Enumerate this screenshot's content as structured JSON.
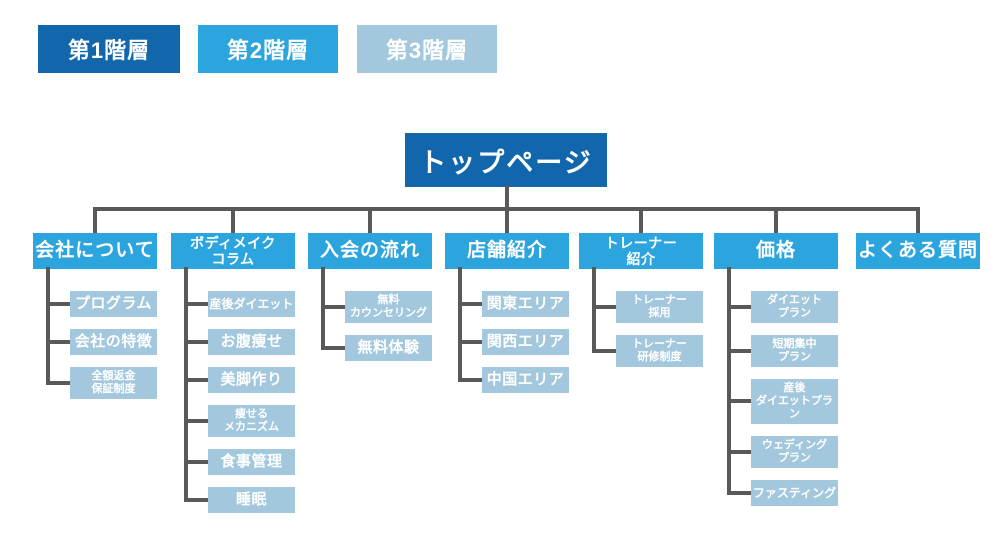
{
  "legend": {
    "items": [
      {
        "label": "第1階層"
      },
      {
        "label": "第2階層"
      },
      {
        "label": "第3階層"
      }
    ]
  },
  "tree": {
    "root": {
      "label": "トップページ"
    },
    "columns": [
      {
        "lines": [
          "会社について"
        ],
        "children": [
          {
            "lines": [
              "プログラム"
            ]
          },
          {
            "lines": [
              "会社の特徴"
            ]
          },
          {
            "lines": [
              "全額返金",
              "保証制度"
            ]
          }
        ]
      },
      {
        "lines": [
          "ボディメイク",
          "コラム"
        ],
        "children": [
          {
            "lines": [
              "産後ダイエット"
            ]
          },
          {
            "lines": [
              "お腹痩せ"
            ]
          },
          {
            "lines": [
              "美脚作り"
            ]
          },
          {
            "lines": [
              "痩せる",
              "メカニズム"
            ]
          },
          {
            "lines": [
              "食事管理"
            ]
          },
          {
            "lines": [
              "睡眠"
            ]
          }
        ]
      },
      {
        "lines": [
          "入会の流れ"
        ],
        "children": [
          {
            "lines": [
              "無料",
              "カウンセリング"
            ]
          },
          {
            "lines": [
              "無料体験"
            ]
          }
        ]
      },
      {
        "lines": [
          "店舗紹介"
        ],
        "children": [
          {
            "lines": [
              "関東エリア"
            ]
          },
          {
            "lines": [
              "関西エリア"
            ]
          },
          {
            "lines": [
              "中国エリア"
            ]
          }
        ]
      },
      {
        "lines": [
          "トレーナー",
          "紹介"
        ],
        "children": [
          {
            "lines": [
              "トレーナー",
              "採用"
            ]
          },
          {
            "lines": [
              "トレーナー",
              "研修制度"
            ]
          }
        ]
      },
      {
        "lines": [
          "価格"
        ],
        "children": [
          {
            "lines": [
              "ダイエット",
              "プラン"
            ]
          },
          {
            "lines": [
              "短期集中",
              "プラン"
            ]
          },
          {
            "lines": [
              "産後",
              "ダイエットプラン"
            ]
          },
          {
            "lines": [
              "ウェディング",
              "プラン"
            ]
          },
          {
            "lines": [
              "ファスティング"
            ]
          }
        ]
      },
      {
        "lines": [
          "よくある質問"
        ],
        "children": []
      }
    ]
  },
  "colors": {
    "level1": "#1166ac",
    "level2": "#2ca4de",
    "level3": "#a3c8dd",
    "connector": "#595959",
    "text": "#ffffff",
    "background": "#ffffff"
  }
}
